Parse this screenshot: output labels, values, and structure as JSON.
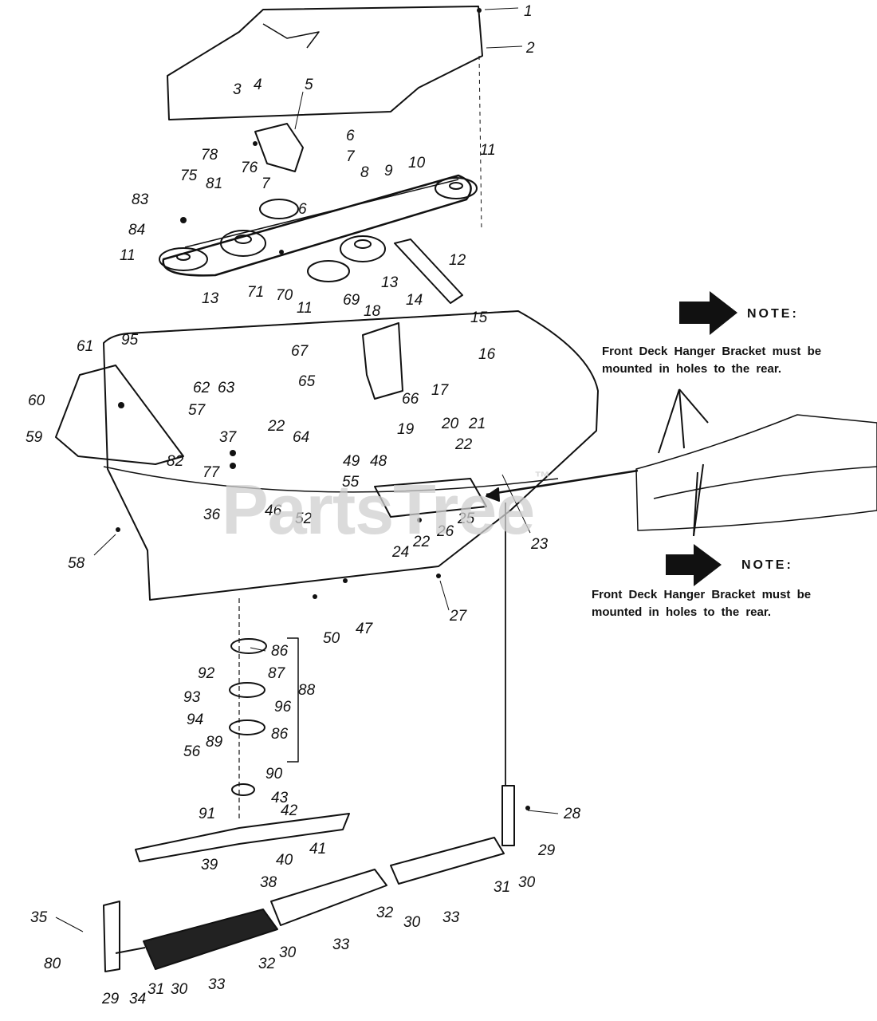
{
  "notes": [
    {
      "label": "NOTE:",
      "text_line1": "Front Deck Hanger Bracket must be",
      "text_line2": "mounted in holes to the rear."
    },
    {
      "label": "NOTE:",
      "text_line1": "Front Deck Hanger Bracket must be",
      "text_line2": "mounted in holes to the rear."
    }
  ],
  "watermark": {
    "text": "PartsTree",
    "trademark": "™"
  },
  "callouts": [
    "1",
    "2",
    "3",
    "4",
    "5",
    "6",
    "7",
    "78",
    "76",
    "7",
    "6",
    "8",
    "9",
    "10",
    "11",
    "83",
    "84",
    "81",
    "75",
    "11",
    "13",
    "71",
    "70",
    "11",
    "13",
    "12",
    "95",
    "69",
    "18",
    "14",
    "15",
    "16",
    "61",
    "67",
    "65",
    "17",
    "60",
    "62",
    "63",
    "57",
    "22",
    "66",
    "20",
    "21",
    "59",
    "37",
    "64",
    "19",
    "49",
    "48",
    "22",
    "82",
    "77",
    "36",
    "46",
    "55",
    "52",
    "25",
    "26",
    "24",
    "22",
    "23",
    "58",
    "50",
    "47",
    "27",
    "86",
    "87",
    "88",
    "92",
    "93",
    "96",
    "94",
    "86",
    "89",
    "56",
    "90",
    "43",
    "42",
    "91",
    "28",
    "41",
    "29",
    "39",
    "40",
    "38",
    "30",
    "31",
    "35",
    "33",
    "32",
    "30",
    "33",
    "80",
    "32",
    "30",
    "29",
    "34",
    "31",
    "30",
    "33"
  ],
  "icons": {
    "note_arrow": "right-arrow-icon"
  }
}
